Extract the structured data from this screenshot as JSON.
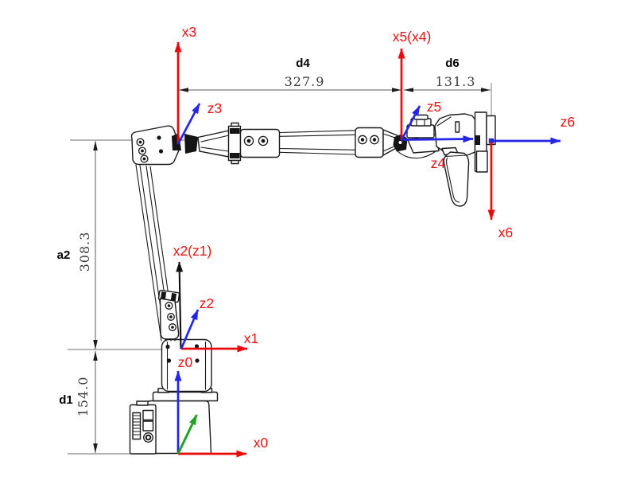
{
  "figure": {
    "colors": {
      "x_axis_red": "#e80c0c",
      "z_axis_blue": "#2525e8",
      "y_axis_green": "#23a123",
      "joint1_axis_black": "#111111",
      "dimension_text": "#3d3d3d",
      "drawing_line": "#1a1a1a"
    },
    "axes": {
      "x0": "x0",
      "z0": "z0",
      "x1": "x1",
      "z2": "z2",
      "x2z1": "x2(z1)",
      "x3": "x3",
      "z3": "z3",
      "x5x4": "x5(x4)",
      "z5": "z5",
      "z4": "z4",
      "z6": "z6",
      "x6": "x6"
    },
    "dimensions": {
      "d4": {
        "label": "d4",
        "value": "327.9"
      },
      "d6": {
        "label": "d6",
        "value": "131.3"
      },
      "a2": {
        "label": "a2",
        "value": "308.3"
      },
      "d1": {
        "label": "d1",
        "value": "154.0"
      }
    }
  }
}
